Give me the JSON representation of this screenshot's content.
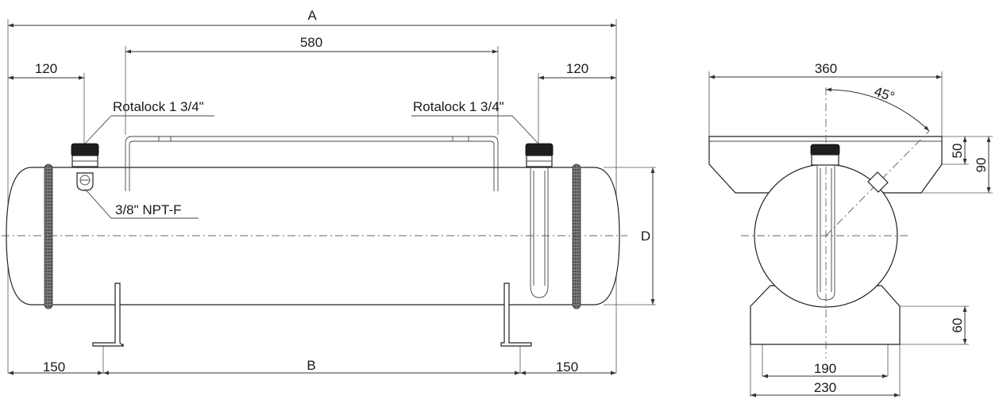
{
  "side_view": {
    "overall_length": "A",
    "rail_span": "580",
    "left_port_offset": "120",
    "right_port_offset": "120",
    "left_port_label": "Rotalock 1 3/4\"",
    "right_port_label": "Rotalock 1 3/4\"",
    "npt_label": "3/8\" NPT-F",
    "diameter": "D",
    "left_foot_offset": "150",
    "foot_span": "B",
    "right_foot_offset": "150"
  },
  "end_view": {
    "bracket_width": "360",
    "angle": "45°",
    "bracket_top_height": "50",
    "bracket_total_height": "90",
    "base_height": "60",
    "base_inner_width": "190",
    "base_outer_width": "230"
  }
}
